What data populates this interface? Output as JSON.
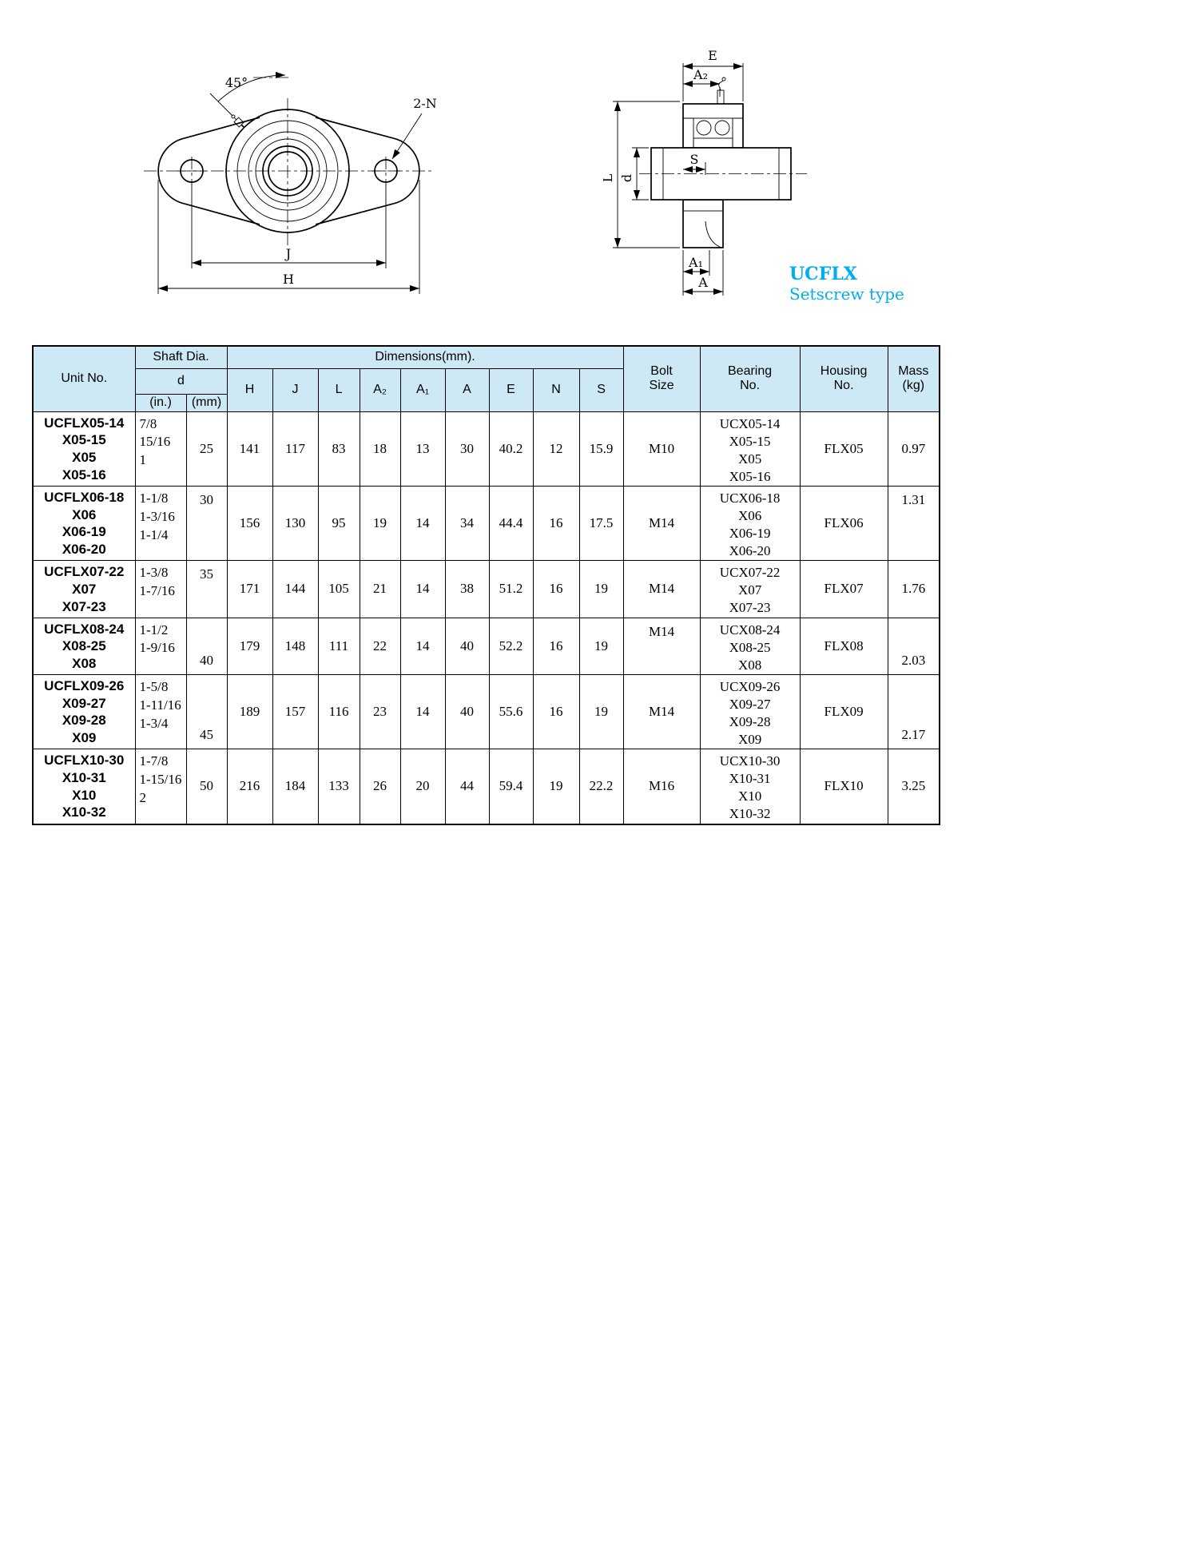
{
  "colors": {
    "accent": "#00aeef",
    "table_header_bg": "#cde9f6"
  },
  "figure_front": {
    "angle_label": "45°",
    "hole_label": "2-N",
    "dim_j": "J",
    "dim_h": "H"
  },
  "figure_section": {
    "dim_e": "E",
    "dim_a2": "A₂",
    "dim_s": "S",
    "dim_l": "L",
    "dim_d": "d",
    "dim_a1": "A₁",
    "dim_a": "A",
    "brand": "UCFLX",
    "brand_sub": "Setscrew type"
  },
  "table": {
    "headers": {
      "unit_no": "Unit No.",
      "shaft_dia": "Shaft Dia.",
      "d": "d",
      "inch": "(in.)",
      "mm": "(mm)",
      "dimensions": "Dimensions(mm).",
      "dim_cols": [
        "H",
        "J",
        "L",
        "A₂",
        "A₁",
        "A",
        "E",
        "N",
        "S"
      ],
      "bolt_size": "Bolt\nSize",
      "bearing_no": "Bearing\nNo.",
      "housing_no": "Housing\nNo.",
      "mass": "Mass\n(kg)"
    },
    "rows": [
      {
        "unit_no": [
          "UCFLX05-14",
          "X05-15",
          "X05",
          "X05-16"
        ],
        "shaft_in": [
          "7/8",
          "15/16",
          "1"
        ],
        "shaft_mm": "25",
        "dims": [
          "141",
          "117",
          "83",
          "18",
          "13",
          "30",
          "40.2",
          "12",
          "15.9"
        ],
        "bolt": "M10",
        "bearing": [
          "UCX05-14",
          "X05-15",
          "X05",
          "X05-16"
        ],
        "housing": "FLX05",
        "mass": "0.97"
      },
      {
        "unit_no": [
          "UCFLX06-18",
          "X06",
          "X06-19",
          "X06-20"
        ],
        "shaft_in": [
          "1-1/8",
          "1-3/16",
          "1-1/4"
        ],
        "shaft_mm": "30",
        "dims": [
          "156",
          "130",
          "95",
          "19",
          "14",
          "34",
          "44.4",
          "16",
          "17.5"
        ],
        "bolt": "M14",
        "bearing": [
          "UCX06-18",
          "X06",
          "X06-19",
          "X06-20"
        ],
        "housing": "FLX06",
        "mass": "1.31"
      },
      {
        "unit_no": [
          "UCFLX07-22",
          "X07",
          "X07-23"
        ],
        "shaft_in": [
          "1-3/8",
          "1-7/16"
        ],
        "shaft_mm": "35",
        "dims": [
          "171",
          "144",
          "105",
          "21",
          "14",
          "38",
          "51.2",
          "16",
          "19"
        ],
        "bolt": "M14",
        "bearing": [
          "UCX07-22",
          "X07",
          "X07-23"
        ],
        "housing": "FLX07",
        "mass": "1.76"
      },
      {
        "unit_no": [
          "UCFLX08-24",
          "X08-25",
          "X08"
        ],
        "shaft_in": [
          "1-1/2",
          "1-9/16"
        ],
        "shaft_mm": "40",
        "dims": [
          "179",
          "148",
          "111",
          "22",
          "14",
          "40",
          "52.2",
          "16",
          "19"
        ],
        "bolt": "M14",
        "bearing": [
          "UCX08-24",
          "X08-25",
          "X08"
        ],
        "housing": "FLX08",
        "mass": "2.03"
      },
      {
        "unit_no": [
          "UCFLX09-26",
          "X09-27",
          "X09-28",
          "X09"
        ],
        "shaft_in": [
          "1-5/8",
          "1-11/16",
          "1-3/4"
        ],
        "shaft_mm": "45",
        "dims": [
          "189",
          "157",
          "116",
          "23",
          "14",
          "40",
          "55.6",
          "16",
          "19"
        ],
        "bolt": "M14",
        "bearing": [
          "UCX09-26",
          "X09-27",
          "X09-28",
          "X09"
        ],
        "housing": "FLX09",
        "mass": "2.17"
      },
      {
        "unit_no": [
          "UCFLX10-30",
          "X10-31",
          "X10",
          "X10-32"
        ],
        "shaft_in": [
          "1-7/8",
          "1-15/16",
          "2"
        ],
        "shaft_mm": "50",
        "dims": [
          "216",
          "184",
          "133",
          "26",
          "20",
          "44",
          "59.4",
          "19",
          "22.2"
        ],
        "bolt": "M16",
        "bearing": [
          "UCX10-30",
          "X10-31",
          "X10",
          "X10-32"
        ],
        "housing": "FLX10",
        "mass": "3.25"
      }
    ]
  }
}
